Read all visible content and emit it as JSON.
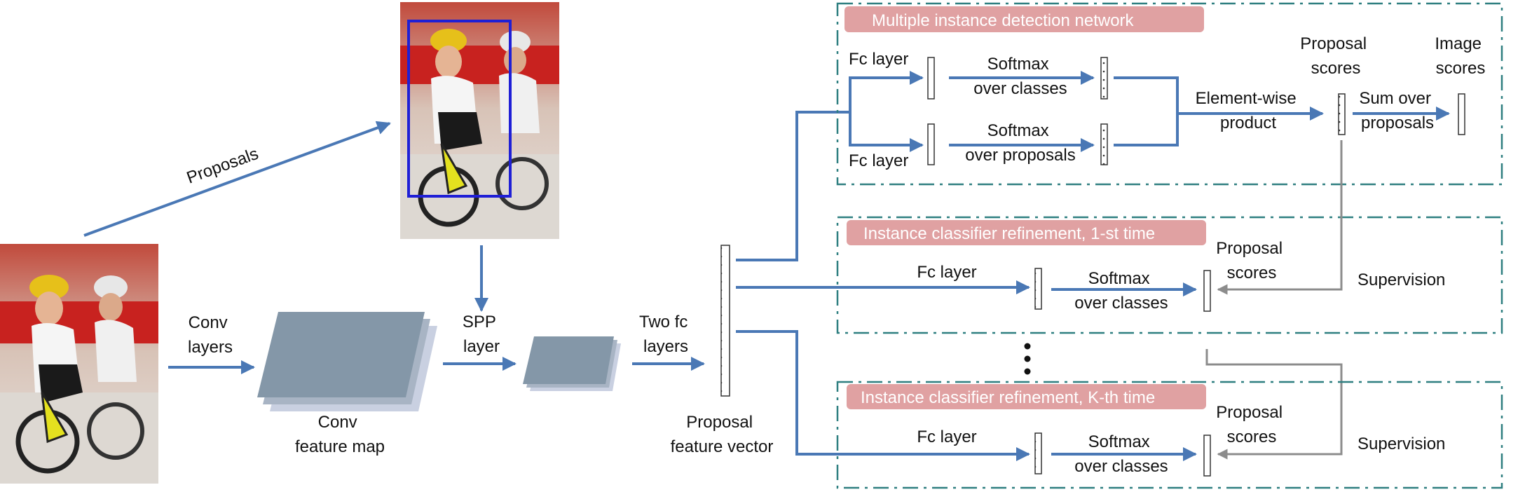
{
  "labels": {
    "proposals": "Proposals",
    "conv_layers": [
      "Conv",
      "layers"
    ],
    "conv_feature_map": [
      "Conv",
      "feature map"
    ],
    "spp_layer": [
      "SPP",
      "layer"
    ],
    "two_fc_layers": [
      "Two fc",
      "layers"
    ],
    "proposal_feature_vector": [
      "Proposal",
      "feature vector"
    ]
  },
  "midn": {
    "title": "Multiple instance detection network",
    "fc_top": "Fc layer",
    "fc_bottom": "Fc layer",
    "softmax_classes": [
      "Softmax",
      "over classes"
    ],
    "softmax_proposals": [
      "Softmax",
      "over proposals"
    ],
    "element_wise": [
      "Element-wise",
      "product"
    ],
    "proposal_scores": [
      "Proposal",
      "scores"
    ],
    "sum_over": [
      "Sum over",
      "proposals"
    ],
    "image_scores": [
      "Image",
      "scores"
    ]
  },
  "refine1": {
    "title": "Instance classifier refinement, 1-st time",
    "fc": "Fc layer",
    "softmax": [
      "Softmax",
      "over classes"
    ],
    "proposal_scores": [
      "Proposal",
      "scores"
    ],
    "supervision": "Supervision"
  },
  "refineK": {
    "title": "Instance classifier refinement, K-th time",
    "fc": "Fc layer",
    "softmax": [
      "Softmax",
      "over classes"
    ],
    "proposal_scores": [
      "Proposal",
      "scores"
    ],
    "supervision": "Supervision"
  },
  "colors": {
    "arrow_blue": "#4a78b5",
    "arrow_gray": "#8c8c8c",
    "box_border": "#2e7f80",
    "banner_fill": "#e0a1a2",
    "feature_map": "#8497a8",
    "feature_map_shadow": "#c9d0e1",
    "bbox_blue": "#1f1fd6"
  }
}
